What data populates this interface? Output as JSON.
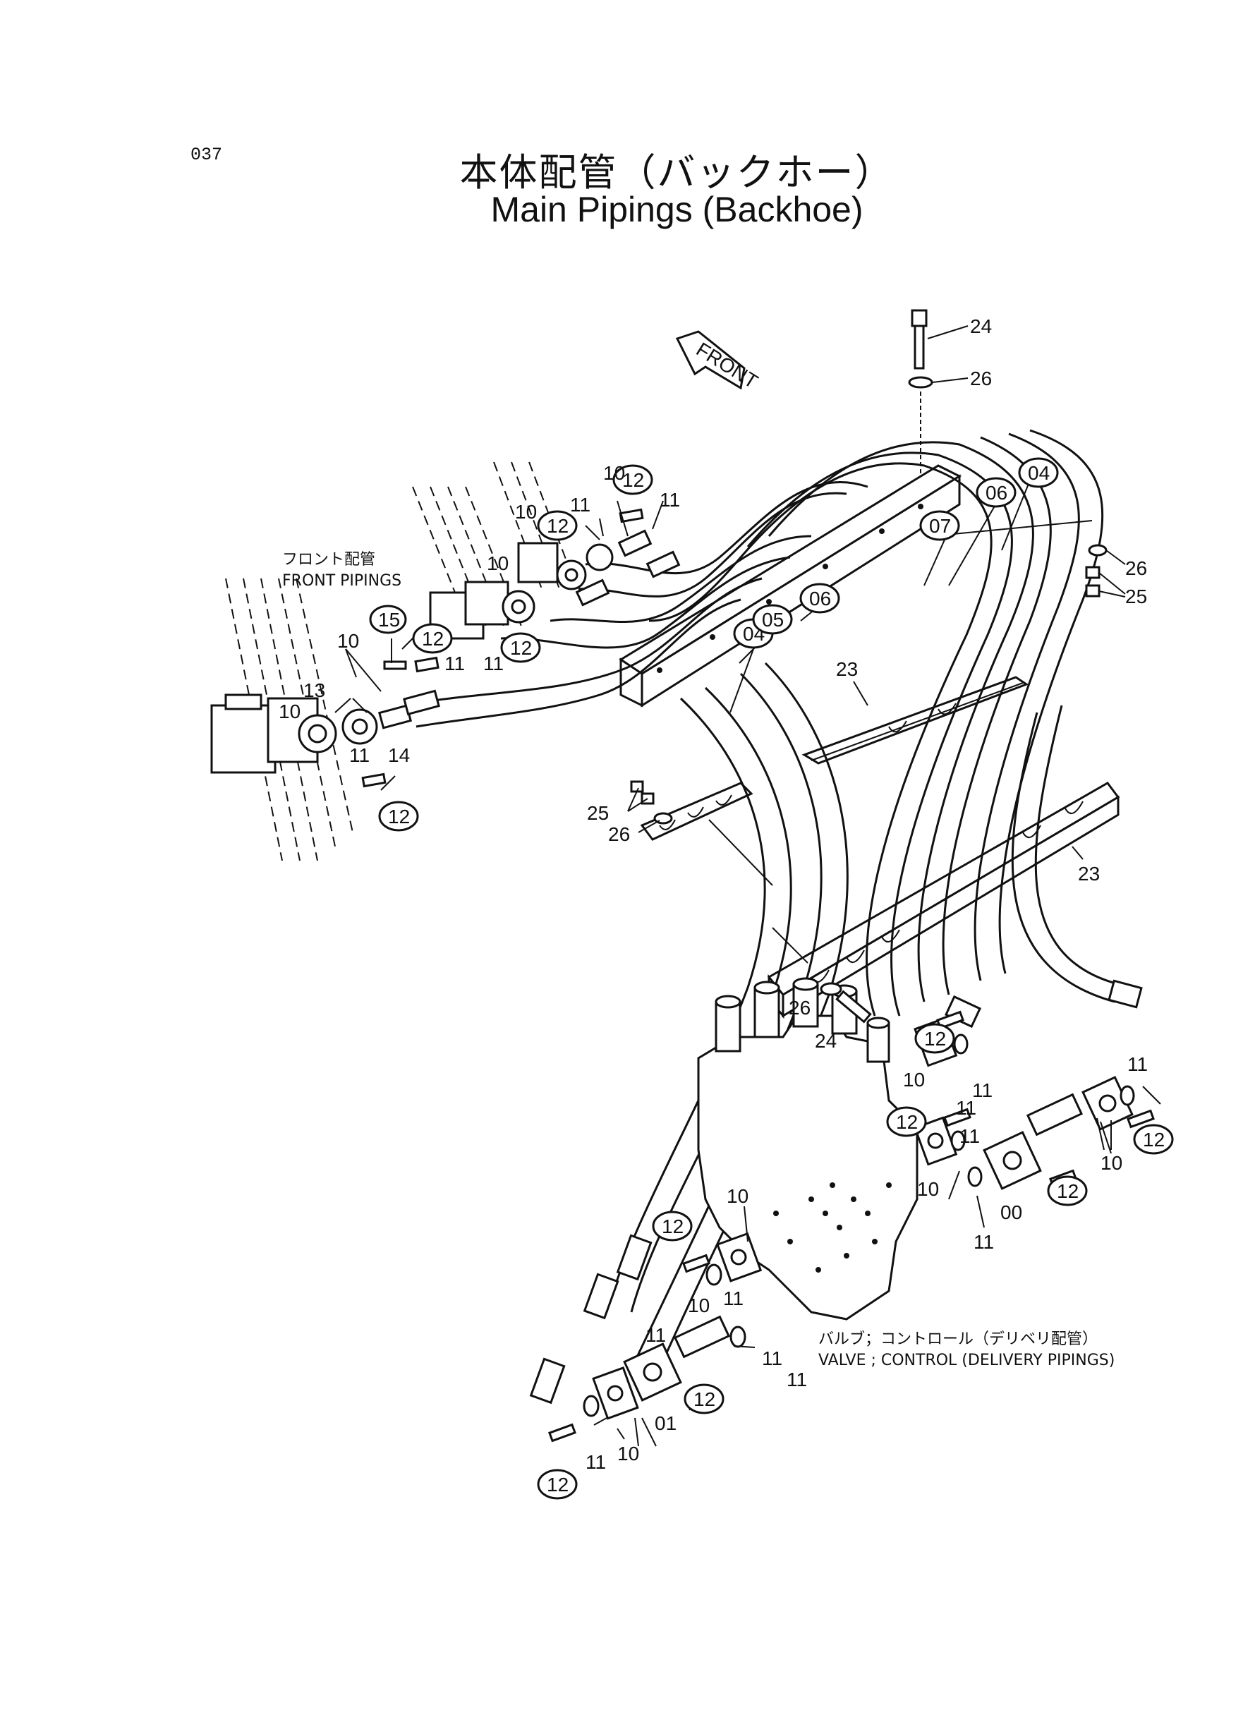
{
  "page_number": "037",
  "title_jp": "本体配管（バックホー）",
  "title_en": "Main  Pipings (Backhoe)",
  "direction_marker": "FRONT",
  "notes": {
    "front_jp": "フロント配管",
    "front_en": "FRONT  PIPINGS",
    "valve_jp": "バルブ；コントロール（デリベリ配管）",
    "valve_en": "VALVE ; CONTROL (DELIVERY  PIPINGS)"
  },
  "part_numbers": {
    "p00": "00",
    "p01": "01",
    "p04": "04",
    "p05": "05",
    "p06": "06",
    "p07": "07",
    "p10": "10",
    "p11": "11",
    "p12": "12",
    "p13": "13",
    "p14": "14",
    "p15": "15",
    "p23": "23",
    "p24": "24",
    "p25": "25",
    "p26": "26"
  }
}
